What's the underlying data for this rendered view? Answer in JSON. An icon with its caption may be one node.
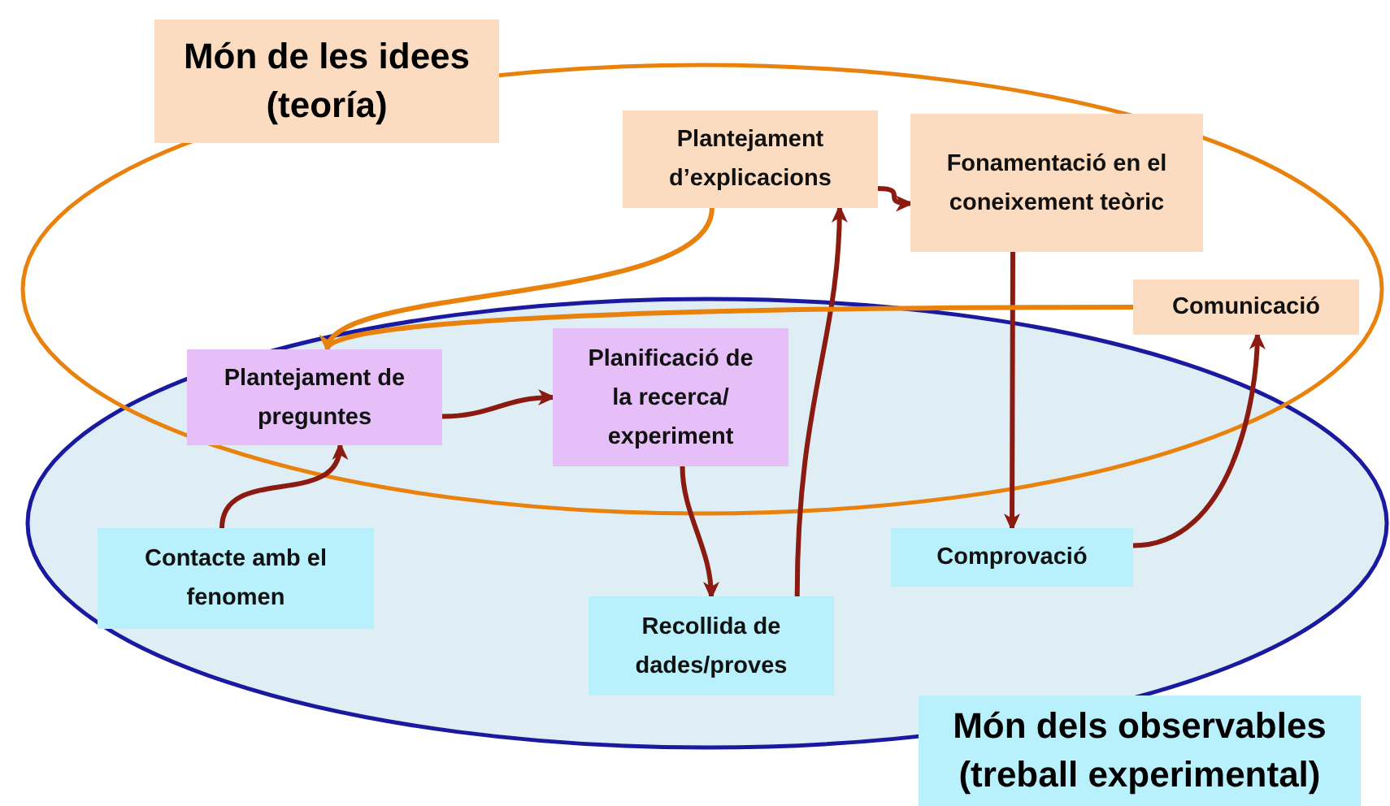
{
  "diagram": {
    "nodes": [
      {
        "text": [
          "Món de les idees (teoría)"
        ]
      },
      {
        "text": [
          "Plantejament d’explicacions"
        ],
        "in": 0
      },
      {
        "text": [
          "Fonamentació en el coneixement teòric"
        ],
        "in": 0
      },
      {
        "text": [
          "Comunicació"
        ],
        "in": 0
      },
      {
        "text": [
          "Món dels observables (treball experimental)"
        ]
      },
      {
        "text": [
          "Plantejament de preguntes"
        ]
      },
      {
        "text": [
          "Planificació de la recerca/ experiment"
        ]
      },
      {
        "text": [
          "Contacte amb el fenomen"
        ],
        "in": 4
      },
      {
        "text": [
          "Comprovació"
        ],
        "in": 4
      },
      {
        "text": [
          "Recollida de dades/proves"
        ],
        "in": 4
      }
    ],
    "edges": [
      {
        "from": 7,
        "to": 5,
        "arrow": "to"
      },
      {
        "from": 5,
        "to": 6,
        "arrow": "to"
      },
      {
        "from": 6,
        "to": 9,
        "arrow": "to"
      },
      {
        "from": 9,
        "to": 1,
        "arrow": "to"
      },
      {
        "from": 1,
        "to": 2,
        "arrow": "to"
      },
      {
        "from": 2,
        "to": 8,
        "arrow": "to"
      },
      {
        "from": 8,
        "to": 3,
        "arrow": "to"
      },
      {
        "from": 1,
        "to": 5,
        "arrow": "to",
        "color": "#e8820c"
      },
      {
        "from": 3,
        "to": 5,
        "arrow": "to",
        "color": "#e8820c"
      }
    ]
  }
}
